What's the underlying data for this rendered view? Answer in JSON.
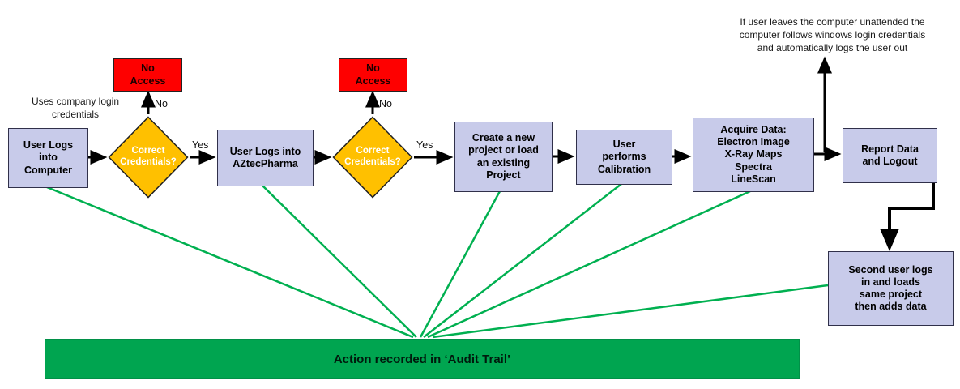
{
  "diagram": {
    "notes": {
      "company_login": "Uses company login\ncredentials",
      "unattended_logout": "If user leaves the computer unattended the\ncomputer follows windows login credentials\nand automatically logs the user out"
    },
    "steps": {
      "user_logs_computer": "User Logs\ninto\nComputer",
      "correct_credentials_1": "Correct\nCredentials?",
      "no_access_1": "No\nAccess",
      "user_logs_aztec": "User Logs into\nAZtecPharma",
      "correct_credentials_2": "Correct\nCredentials?",
      "no_access_2": "No\nAccess",
      "create_project": "Create a new\nproject or load\nan existing\nProject",
      "calibration": "User\nperforms\nCalibration",
      "acquire_data": "Acquire Data:\nElectron Image\nX-Ray Maps\nSpectra\nLineScan",
      "report_logout": "Report Data\nand Logout",
      "second_user": "Second user logs\nin and loads\nsame project\nthen adds data"
    },
    "edge_labels": {
      "no_1": "No",
      "yes_1": "Yes",
      "no_2": "No",
      "yes_2": "Yes"
    },
    "audit_bar": "Action recorded in ‘Audit Trail’",
    "colors": {
      "process_fill": "#c8cbea",
      "decision_fill": "#ffc000",
      "denied_fill": "#fe0000",
      "audit_fill": "#00a550",
      "audit_line_color": "#00b050",
      "arrow_color": "#000000"
    }
  }
}
